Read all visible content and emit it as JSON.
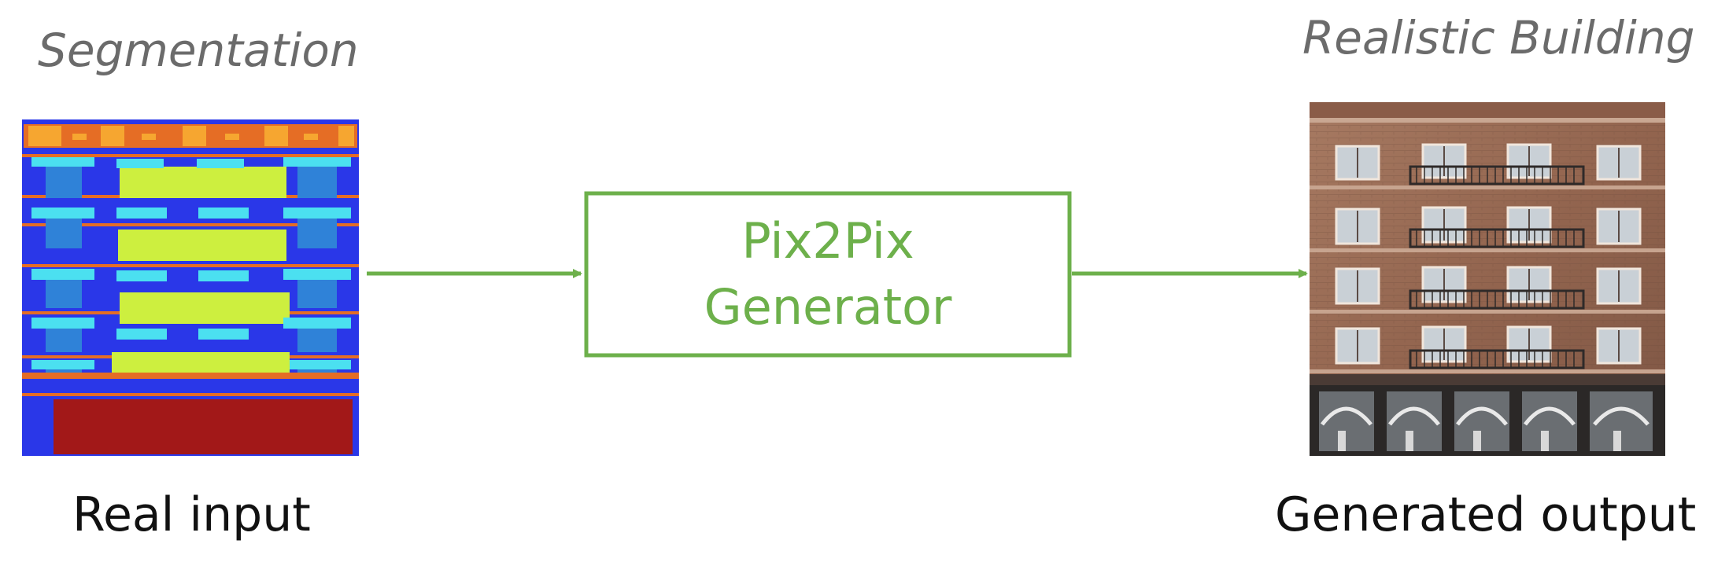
{
  "left": {
    "heading": "Segmentation",
    "caption": "Real input"
  },
  "generator": {
    "line1": "Pix2Pix",
    "line2": "Generator"
  },
  "right": {
    "heading": "Realistic Building",
    "caption": "Generated output"
  },
  "colors": {
    "accent_green": "#6db04b",
    "heading_gray": "#6b6b6b",
    "caption_black": "#111111"
  }
}
